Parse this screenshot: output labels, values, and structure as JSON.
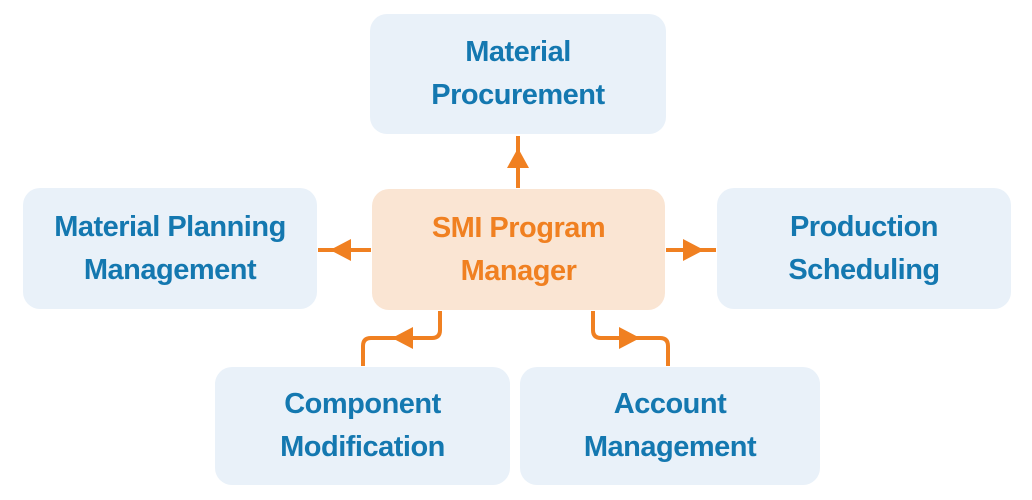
{
  "diagram": {
    "center_node": {
      "label": "SMI Program Manager"
    },
    "nodes": {
      "top": {
        "label": "Material Procurement"
      },
      "left": {
        "label": "Material Planning Management"
      },
      "right": {
        "label": "Production Scheduling"
      },
      "bottom_left": {
        "label": "Component Modification"
      },
      "bottom_right": {
        "label": "Account Management"
      }
    },
    "connections": [
      {
        "from": "SMI Program Manager",
        "to": "Material Procurement",
        "shape": "straight",
        "direction": "up"
      },
      {
        "from": "SMI Program Manager",
        "to": "Material Planning Management",
        "shape": "straight",
        "direction": "left"
      },
      {
        "from": "SMI Program Manager",
        "to": "Production Scheduling",
        "shape": "straight",
        "direction": "right"
      },
      {
        "from": "SMI Program Manager",
        "to": "Component Modification",
        "shape": "elbow",
        "direction": "down-left"
      },
      {
        "from": "SMI Program Manager",
        "to": "Account Management",
        "shape": "elbow",
        "direction": "down-right"
      }
    ]
  },
  "colors": {
    "node_fill": "#E9F1F9",
    "center_node_fill": "#FAE5D3",
    "arrow_orange": "#F08021",
    "node_text_blue": "#1478B0",
    "background": "#FFFFFF"
  }
}
